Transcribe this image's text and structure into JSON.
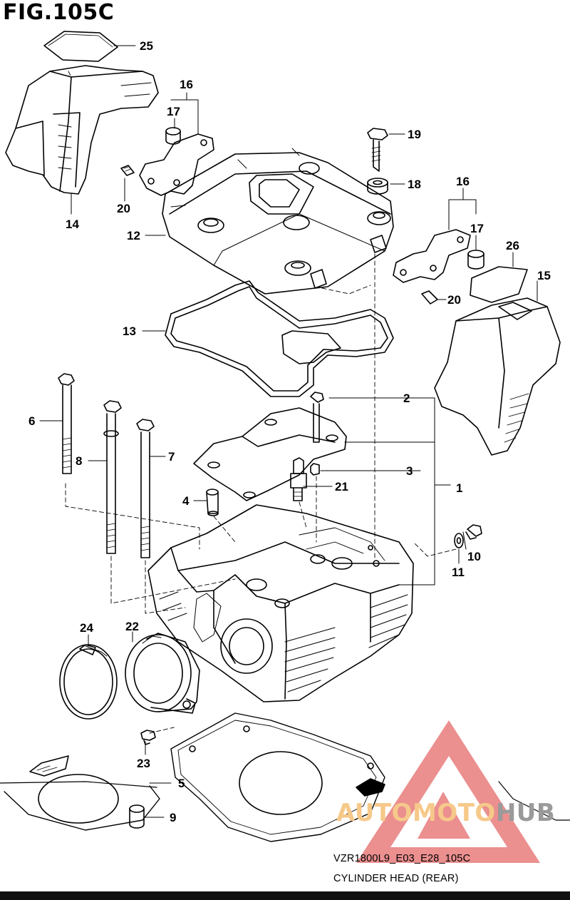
{
  "figure": {
    "title": "FIG.105C",
    "model_code": "VZR1800L9_E03_E28_105C",
    "caption": "CYLINDER HEAD (REAR)"
  },
  "callouts": {
    "c1": "1",
    "c2": "2",
    "c3": "3",
    "c4": "4",
    "c5": "5",
    "c6": "6",
    "c7": "7",
    "c8": "8",
    "c9": "9",
    "c10": "10",
    "c11": "11",
    "c12": "12",
    "c13": "13",
    "c14": "14",
    "c15": "15",
    "c16a": "16",
    "c16b": "16",
    "c17a": "17",
    "c17b": "17",
    "c18": "18",
    "c19": "19",
    "c20a": "20",
    "c20b": "20",
    "c21": "21",
    "c22": "22",
    "c23": "23",
    "c24": "24",
    "c25": "25",
    "c26": "26"
  },
  "watermark": {
    "part1": "AUTOMOTO",
    "part2": "HUB",
    "color_primary": "#f6c98a",
    "color_secondary": "#9a9a9a",
    "triangle_color": "#e87c7c"
  }
}
